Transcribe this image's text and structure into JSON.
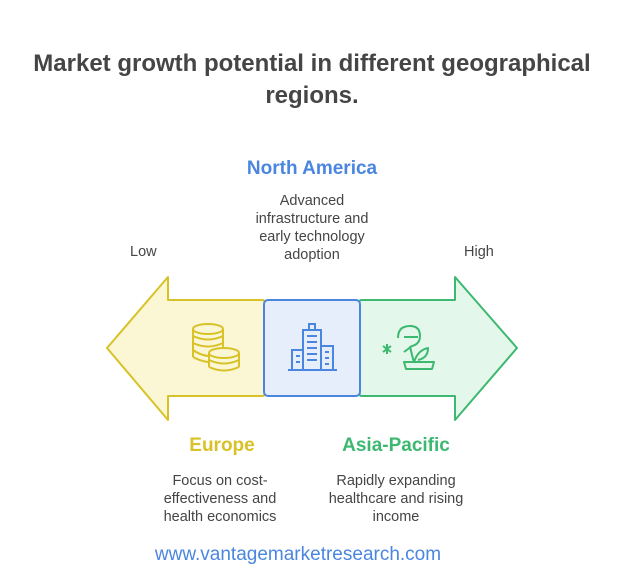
{
  "title": "Market growth potential in different geographical regions.",
  "scale": {
    "low": "Low",
    "high": "High"
  },
  "regions": [
    {
      "name": "Europe",
      "description": "Focus on cost-\neffectiveness and\nhealth economics",
      "color": "#d8c228",
      "fill": "#fbf6d4",
      "icon": "coins-icon"
    },
    {
      "name": "North America",
      "description": "Advanced\ninfrastructure and\nearly technology\nadoption",
      "color": "#4a86e0",
      "fill": "#e6eefc",
      "icon": "city-buildings-icon"
    },
    {
      "name": "Asia-Pacific",
      "description": "Rapidly expanding\nhealthcare and rising\nincome",
      "color": "#3db870",
      "fill": "#e3f8ea",
      "icon": "growing-plant-icon"
    }
  ],
  "footer": "www.vantagemarketresearch.com"
}
